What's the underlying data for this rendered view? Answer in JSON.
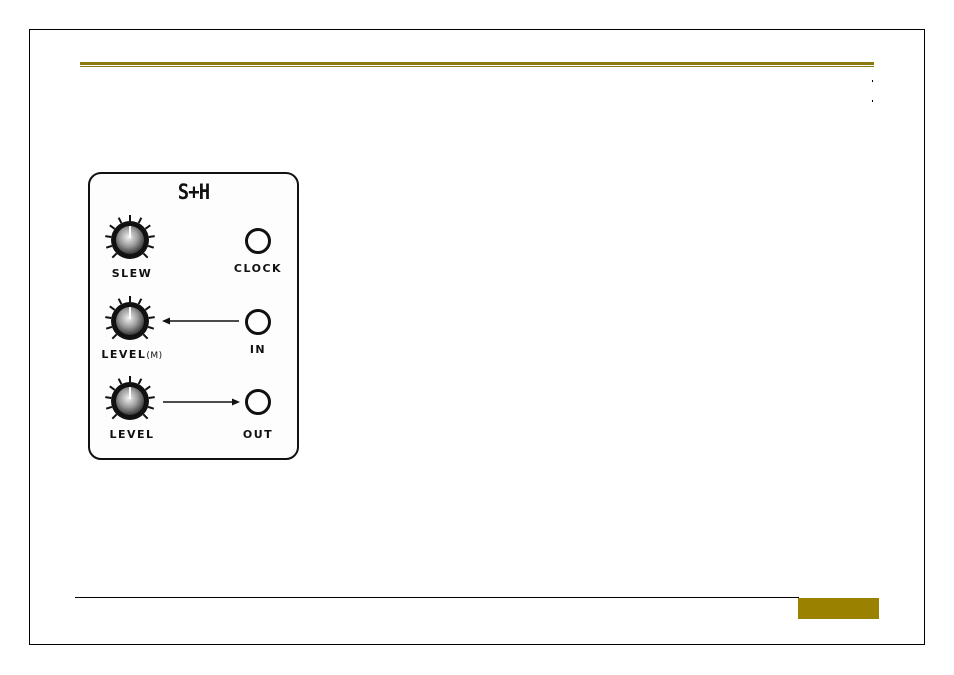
{
  "colors": {
    "accent": "#9a8200",
    "rule": "#8a7a10"
  },
  "module": {
    "title": "S+H",
    "controls": [
      {
        "id": "slew",
        "knob_label": "SLEW",
        "jack_label": "CLOCK",
        "connection": "none"
      },
      {
        "id": "level-m",
        "knob_label": "LEVEL",
        "knob_label_suffix": "(M)",
        "jack_label": "IN",
        "connection": "jack-to-knob"
      },
      {
        "id": "level",
        "knob_label": "LEVEL",
        "jack_label": "OUT",
        "connection": "knob-to-jack"
      }
    ]
  },
  "icons": {
    "knob": "knob-icon",
    "jack": "jack-icon",
    "arrow": "arrow-icon"
  }
}
